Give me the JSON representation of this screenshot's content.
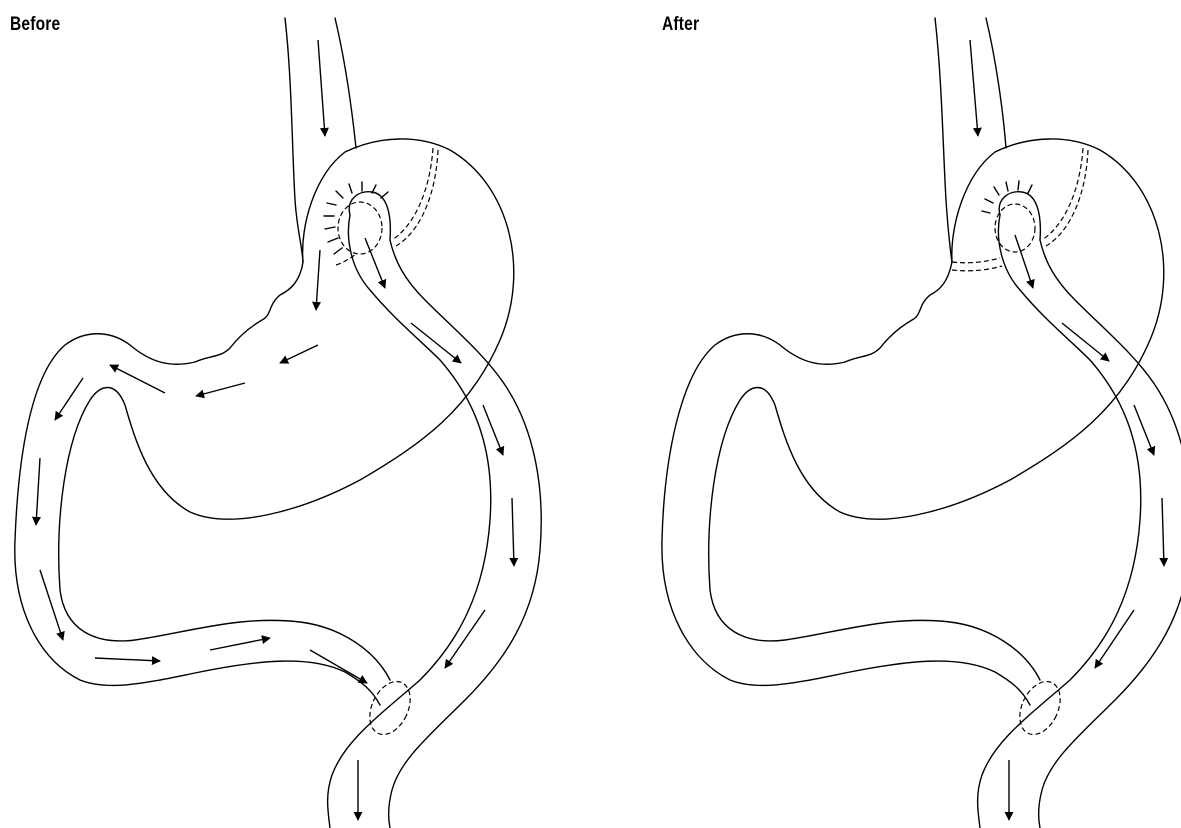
{
  "panels": [
    {
      "id": "before",
      "label": "Before"
    },
    {
      "id": "after",
      "label": "After"
    }
  ]
}
